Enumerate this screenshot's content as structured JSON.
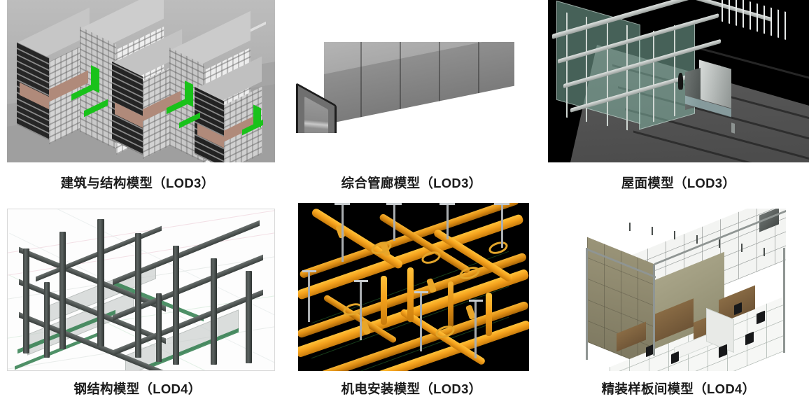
{
  "figure": {
    "type": "bim-model-gallery",
    "columns": 3,
    "rows": 2,
    "background_color": "#ffffff",
    "caption_color": "#1b1b1b"
  },
  "panels": [
    {
      "id": "architecture-structure",
      "caption": "建筑与结构模型（LOD3）",
      "model_name": "建筑与结构模型",
      "lod": "LOD3",
      "view": "isometric",
      "background_color": "#a8a8a8",
      "palette": [
        "#a8a8a8",
        "#262626",
        "#efefef",
        "#19c21a",
        "#b08a7a"
      ],
      "description": "住宅小区建筑与结构三维模型，灰色场地、深色与白色塔楼、绿色地面导向箭头"
    },
    {
      "id": "utility-tunnel",
      "caption": "综合管廊模型（LOD3）",
      "model_name": "综合管廊模型",
      "lod": "LOD3",
      "view": "isometric",
      "background_color": "#ffffff",
      "palette": [
        "#b4b4b4",
        "#8f8f8f",
        "#6f6f6f",
        "#1d1d1d"
      ],
      "description": "矩形箱涵式综合管廊分段模型，端部剖开显示内壁"
    },
    {
      "id": "roof",
      "caption": "屋面模型（LOD3）",
      "model_name": "屋面模型",
      "lod": "LOD3",
      "view": "isometric",
      "background_color": "#000000",
      "palette": [
        "#000000",
        "#4a4a4a",
        "#80b0a0",
        "#dfe3e1"
      ],
      "description": "黑底屋面模型，灰色屋面板缝、绿色玻璃幕墙、屋顶设备箱与人物比例参照"
    },
    {
      "id": "steel-structure",
      "caption": "钢结构模型（LOD4）",
      "model_name": "钢结构模型",
      "lod": "LOD4",
      "view": "isometric",
      "background_color": "#fdfdfd",
      "palette": [
        "#fdfdfd",
        "#3f4442",
        "#2f7d4c",
        "#e6b8c8"
      ],
      "description": "白底钢结构框架，深灰钢柱钢梁、绿色构件与淡色轴网底图"
    },
    {
      "id": "mep-installation",
      "caption": "机电安装模型（LOD3）",
      "model_name": "机电安装模型",
      "lod": "LOD3",
      "view": "isometric",
      "background_color": "#000000",
      "palette": [
        "#000000",
        "#ffc23a",
        "#f5a21d",
        "#a9adb0"
      ],
      "description": "黑底机电管道安装模型，橙黄色管道、法兰、手轮阀门与灰色吊架"
    },
    {
      "id": "fitout-sample-room",
      "caption": "精装样板间模型（LOD4）",
      "model_name": "精装样板间模型",
      "lod": "LOD4",
      "view": "isometric-cutaway",
      "background_color": "#ffffff",
      "palette": [
        "#ffffff",
        "#9a9478",
        "#8a6c45",
        "#17181a"
      ],
      "description": "精装样板间剖切模型，白色吊顶网格、橄榄色墙板、木色隔断与黑色座椅"
    }
  ]
}
